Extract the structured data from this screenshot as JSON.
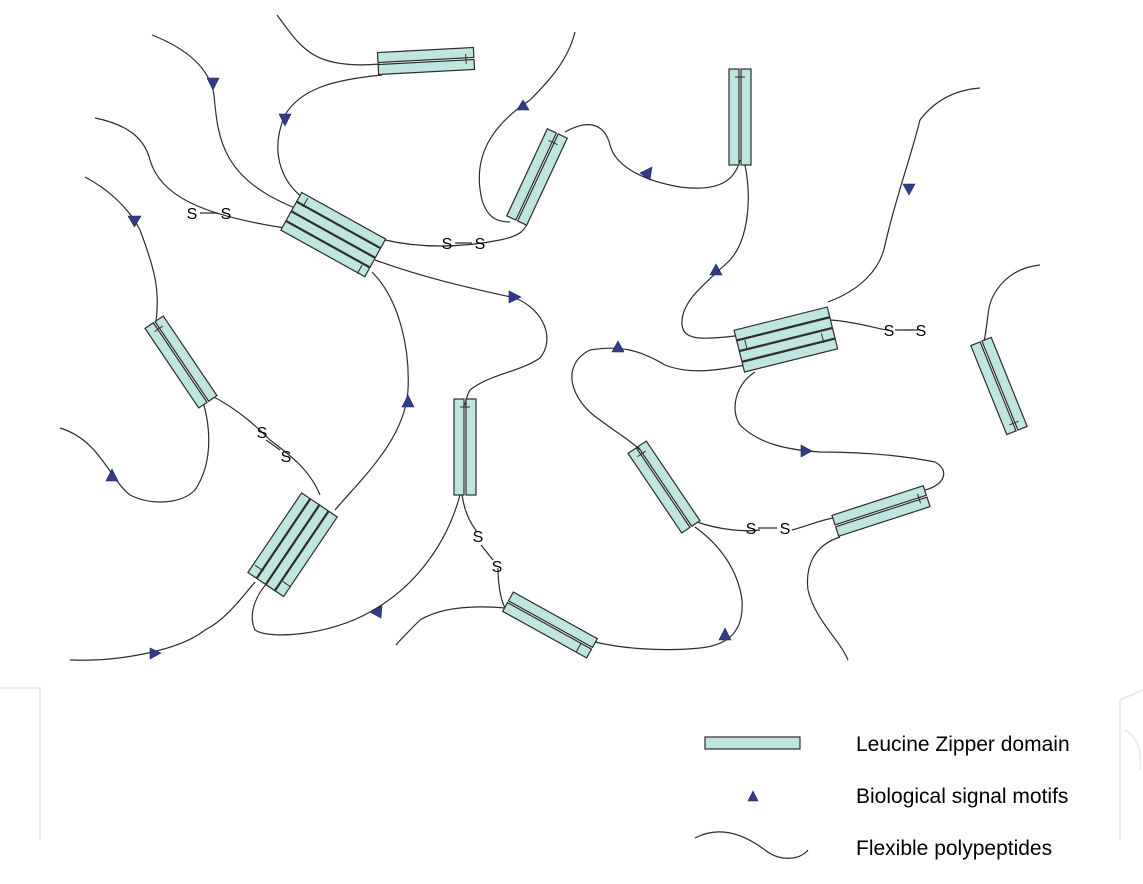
{
  "disulfide_label": "S",
  "legend": {
    "zipper_label": "Leucine Zipper domain",
    "motif_label": "Biological signal motifs",
    "chain_label": "Flexible polypeptides"
  },
  "colors": {
    "zipper_fill": "#bfe6de",
    "motif_fill": "#343c86",
    "line": "#2b2b2b"
  }
}
